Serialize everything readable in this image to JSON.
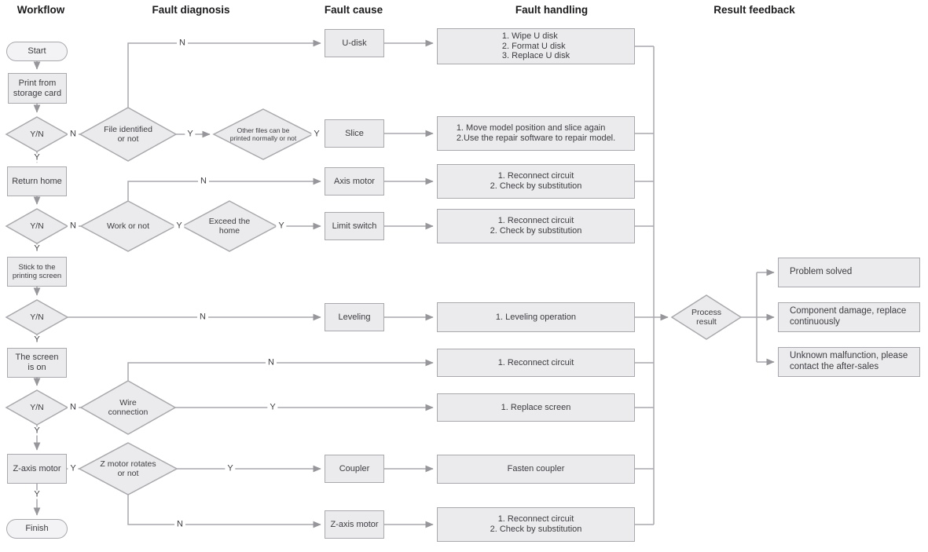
{
  "headers": {
    "workflow": "Workflow",
    "fault_diagnosis": "Fault diagnosis",
    "fault_cause": "Fault cause",
    "fault_handling": "Fault handling",
    "result_feedback": "Result feedback"
  },
  "edge": {
    "yes": "Y",
    "no": "N"
  },
  "workflow": {
    "start": "Start",
    "print_from_storage_card": "Print from\nstorage card",
    "yn": "Y/N",
    "return_home": "Return home",
    "stick_to_printing_screen": "Stick to the\nprinting screen",
    "the_screen_is_on": "The screen\nis on",
    "z_axis_motor": "Z-axis motor",
    "finish": "Finish"
  },
  "diagnosis": {
    "file_identified": "File identified\nor not",
    "other_files": "Other files can be\nprinted normally or not",
    "work_or_not": "Work or not",
    "exceed_the_home": "Exceed the\nhome",
    "wire_connection": "Wire\nconnection",
    "z_motor_rotates": "Z motor rotates\nor not"
  },
  "cause": {
    "u_disk": "U-disk",
    "slice": "Slice",
    "axis_motor": "Axis motor",
    "limit_switch": "Limit switch",
    "leveling": "Leveling",
    "coupler": "Coupler",
    "z_axis_motor": "Z-axis motor"
  },
  "handling": {
    "u_disk": "1. Wipe U disk\n2. Format U disk\n3. Replace U disk",
    "slice": "1. Move model position and slice again\n2.Use the repair software to repair model.",
    "axis_motor": "1. Reconnect circuit\n2. Check by substitution",
    "limit_switch": "1. Reconnect circuit\n2. Check by substitution",
    "leveling": "1. Leveling operation",
    "screen": "1. Reconnect circuit",
    "replace_screen": "1. Replace screen",
    "coupler": "Fasten coupler",
    "z_axis_motor": "1. Reconnect circuit\n2. Check by substitution"
  },
  "result": {
    "process_result": "Process\nresult",
    "problem_solved": "Problem solved",
    "component_damage": "Component damage, replace\ncontinuously",
    "unknown_malfunction": "Unknown malfunction, please\ncontact the after-sales"
  },
  "colors": {
    "node_fill": "#ebebed",
    "node_border": "#a9a9ad",
    "connector": "#a9a9ad",
    "text": "#3d3d42",
    "header_text": "#1c1c1e",
    "background": "#ffffff"
  }
}
